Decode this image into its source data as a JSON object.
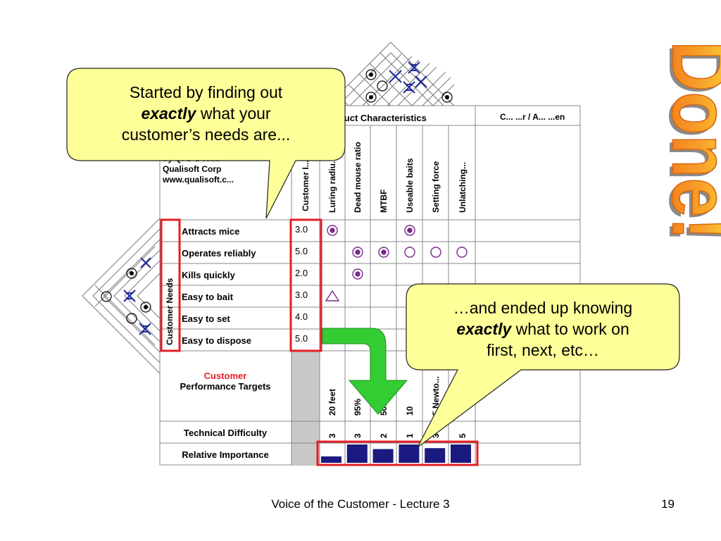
{
  "slide": {
    "footer": "Voice of the Customer - Lecture 3",
    "page_number": "19",
    "done_text": "Done!"
  },
  "callout_left": {
    "line1": "Started by finding out",
    "emph": "exactly",
    "line2_rest": " what your",
    "line3": "customer’s needs are..."
  },
  "callout_right": {
    "line1": "…and ended up knowing",
    "emph": "exactly",
    "line2_rest": " what to work on",
    "line3": "first, next, etc…"
  },
  "hoq": {
    "credit_lines": [
      "by QFD Desi...",
      "Qualisoft Corp",
      "www.qualisoft.c..."
    ],
    "product_characteristics_header": "...duct Characteristics",
    "competitive_header_partial": "C... ...r / A... ...en",
    "customer_importance_header": "Customer I...",
    "characteristics": [
      "Luring radiu...",
      "Dead mouse ratio",
      "MTBF",
      "Useable baits",
      "Setting force",
      "Unlatching..."
    ],
    "needs_label": "Customer Needs",
    "needs": [
      {
        "name": "Attracts mice",
        "importance": "3.0"
      },
      {
        "name": "Operates reliably",
        "importance": "5.0"
      },
      {
        "name": "Kills quickly",
        "importance": "2.0"
      },
      {
        "name": "Easy to bait",
        "importance": "3.0"
      },
      {
        "name": "Easy to set",
        "importance": "4.0"
      },
      {
        "name": "Easy to dispose",
        "importance": "5.0"
      }
    ],
    "targets_label_red": "Customer",
    "targets_label": "Performance Targets",
    "targets": [
      "20 feet",
      "95%",
      "50...",
      "10",
      "5 Newto...",
      ""
    ],
    "technical_difficulty_label": "Technical Difficulty",
    "technical_difficulty": [
      "3",
      "3",
      "2",
      "1",
      "3",
      "5"
    ],
    "relative_importance_label": "Relative Importance",
    "relative_importance": [
      0.35,
      1.0,
      0.75,
      1.0,
      0.8,
      1.0
    ]
  },
  "colors": {
    "callout_fill": "#FFFF99",
    "highlight_red": "#E41E26",
    "arrow_green": "#33CC33",
    "bar_navy": "#1A1A80",
    "symbol_purple": "#7A2A8A",
    "done_orange": "#F08C1A"
  }
}
